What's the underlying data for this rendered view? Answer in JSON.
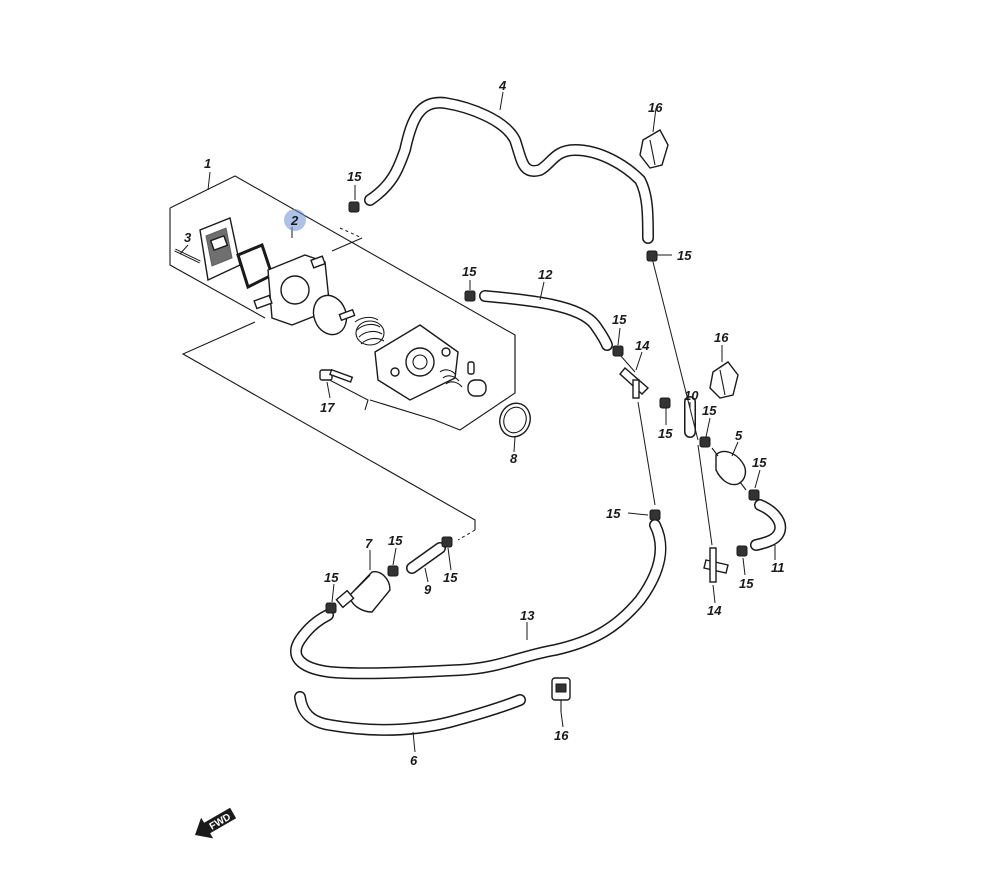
{
  "callouts": [
    {
      "id": "c1",
      "text": "1"
    },
    {
      "id": "c2",
      "text": "2"
    },
    {
      "id": "c3",
      "text": "3"
    },
    {
      "id": "c4",
      "text": "4"
    },
    {
      "id": "c5",
      "text": "5"
    },
    {
      "id": "c6",
      "text": "6"
    },
    {
      "id": "c7",
      "text": "7"
    },
    {
      "id": "c8",
      "text": "8"
    },
    {
      "id": "c9",
      "text": "9"
    },
    {
      "id": "c10",
      "text": "10"
    },
    {
      "id": "c11",
      "text": "11"
    },
    {
      "id": "c12",
      "text": "12"
    },
    {
      "id": "c13",
      "text": "13"
    },
    {
      "id": "c14a",
      "text": "14"
    },
    {
      "id": "c14b",
      "text": "14"
    },
    {
      "id": "c15a",
      "text": "15"
    },
    {
      "id": "c15b",
      "text": "15"
    },
    {
      "id": "c15c",
      "text": "15"
    },
    {
      "id": "c15d",
      "text": "15"
    },
    {
      "id": "c15e",
      "text": "15"
    },
    {
      "id": "c15f",
      "text": "15"
    },
    {
      "id": "c15g",
      "text": "15"
    },
    {
      "id": "c15h",
      "text": "15"
    },
    {
      "id": "c15i",
      "text": "15"
    },
    {
      "id": "c15j",
      "text": "15"
    },
    {
      "id": "c15k",
      "text": "15"
    },
    {
      "id": "c15l",
      "text": "15"
    },
    {
      "id": "c16a",
      "text": "16"
    },
    {
      "id": "c16b",
      "text": "16"
    },
    {
      "id": "c16c",
      "text": "16"
    },
    {
      "id": "c17",
      "text": "17"
    }
  ],
  "direction_marker": {
    "text": "FWD"
  },
  "highlight_color": "#6b8fd6"
}
